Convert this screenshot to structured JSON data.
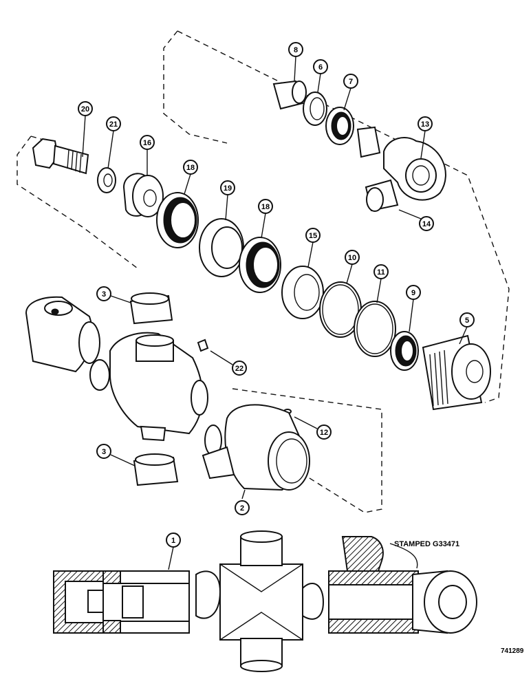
{
  "callouts": [
    {
      "id": "c8",
      "label": "8"
    },
    {
      "id": "c6",
      "label": "6"
    },
    {
      "id": "c7",
      "label": "7"
    },
    {
      "id": "c13",
      "label": "13"
    },
    {
      "id": "c14",
      "label": "14"
    },
    {
      "id": "c20",
      "label": "20"
    },
    {
      "id": "c21",
      "label": "21"
    },
    {
      "id": "c16",
      "label": "16"
    },
    {
      "id": "c18a",
      "label": "18"
    },
    {
      "id": "c19",
      "label": "19"
    },
    {
      "id": "c18b",
      "label": "18"
    },
    {
      "id": "c15",
      "label": "15"
    },
    {
      "id": "c10",
      "label": "10"
    },
    {
      "id": "c11",
      "label": "11"
    },
    {
      "id": "c9",
      "label": "9"
    },
    {
      "id": "c5",
      "label": "5"
    },
    {
      "id": "c3a",
      "label": "3"
    },
    {
      "id": "c22",
      "label": "22"
    },
    {
      "id": "c12",
      "label": "12"
    },
    {
      "id": "c3b",
      "label": "3"
    },
    {
      "id": "c2",
      "label": "2"
    },
    {
      "id": "c1",
      "label": "1"
    }
  ],
  "note": "STAMPED G33471",
  "figure_id": "741289"
}
